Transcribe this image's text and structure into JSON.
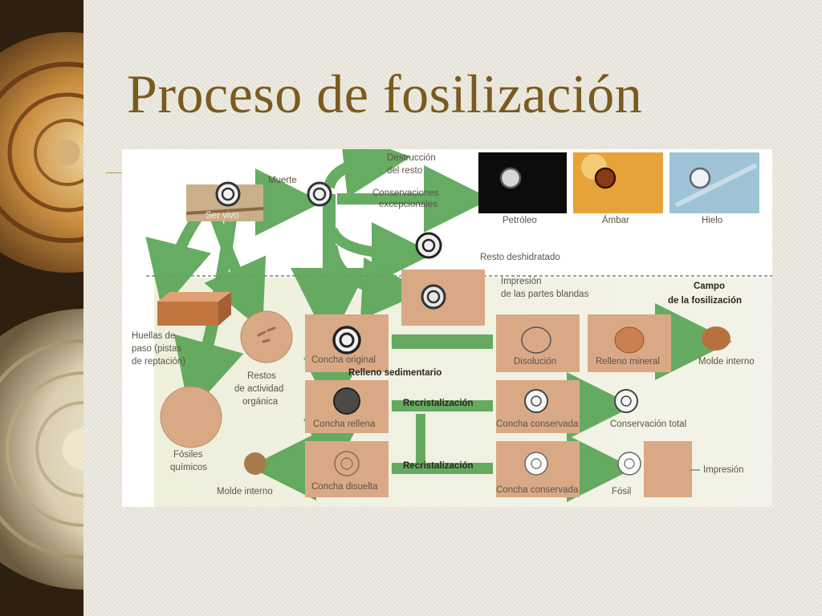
{
  "slide": {
    "title": "Proceso de fosilización"
  },
  "diagram": {
    "labels": {
      "ser_vivo": "Ser vivo",
      "muerte": "Muerte",
      "destruccion_line1": "Destrucción",
      "destruccion_line2": "del resto",
      "conservaciones_line1": "Conservaciones",
      "conservaciones_line2": "excepcionales",
      "petroleo": "Petróleo",
      "ambar": "Ámbar",
      "hielo": "Hielo",
      "resto_deshidratado": "Resto deshidratado",
      "impresion_line1": "Impresión",
      "impresion_line2": "de las partes blandas",
      "campo_line1": "Campo",
      "campo_line2": "de la fosilización",
      "huellas_line1": "Huellas de",
      "huellas_line2": "paso (pistas",
      "huellas_line3": "de reptación)",
      "restos_line1": "Restos",
      "restos_line2": "de actividad",
      "restos_line3": "orgánica",
      "concha_original": "Concha original",
      "relleno_sedimentario": "Relleno sedimentario",
      "disolucion": "Disolución",
      "relleno_mineral": "Relleno mineral",
      "molde_interno_right": "Molde interno",
      "concha_rellena": "Concha rellena",
      "recristalizacion_1": "Recristalización",
      "concha_conservada_1": "Concha conservada",
      "conservacion_total": "Conservación total",
      "fosiles_line1": "Fósiles",
      "fosiles_line2": "químicos",
      "molde_interno_left": "Molde interno",
      "concha_disuelta": "Concha disuelta",
      "recristalizacion_2": "Recristalización",
      "concha_conservada_2": "Concha conservada",
      "fosil": "Fósil",
      "impresion_final": "Impresión"
    }
  },
  "colors": {
    "title": "#7a5a1e",
    "arrow_green": "#5aa556",
    "box_tan": "#d9a986",
    "field_bg": "#eef0df"
  }
}
